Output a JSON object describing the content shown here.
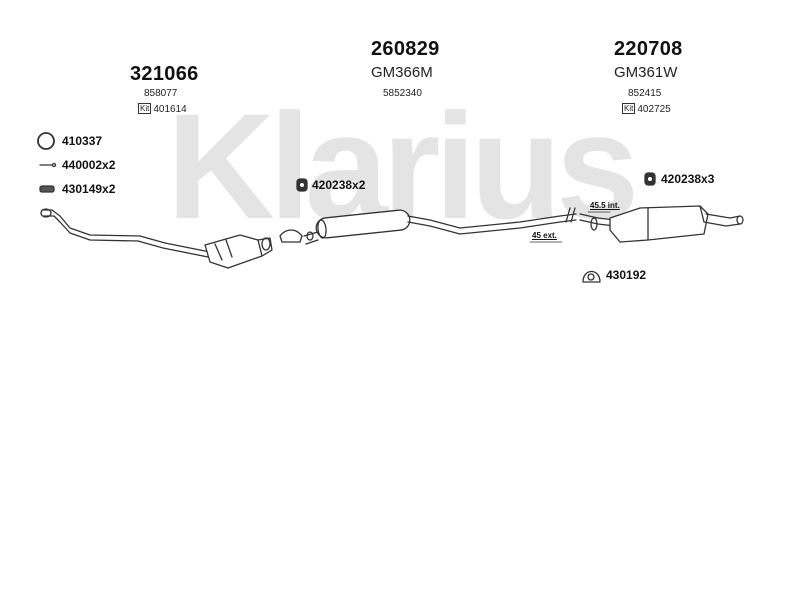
{
  "watermark": {
    "text": "Klarius"
  },
  "groups": [
    {
      "main": "321066",
      "sub": "858077",
      "kit_label": "Kit",
      "kit_code": "401614"
    },
    {
      "main": "260829",
      "sub": "GM366M",
      "small": "5852340"
    },
    {
      "main": "220708",
      "sub": "GM361W",
      "small": "852415",
      "kit_label": "Kit",
      "kit_code": "402725"
    }
  ],
  "parts": {
    "ring": "410337",
    "bolt": "440002x2",
    "gasket": "430149x2",
    "mount_front": "420238x2",
    "mount_rear": "420238x3",
    "rubber": "430192"
  },
  "dimensions": {
    "internal": "45.5 int.",
    "external": "45 ext."
  },
  "colors": {
    "watermark": "#e4e4e4",
    "stroke": "#333333",
    "part_fill": "#ffffff"
  }
}
